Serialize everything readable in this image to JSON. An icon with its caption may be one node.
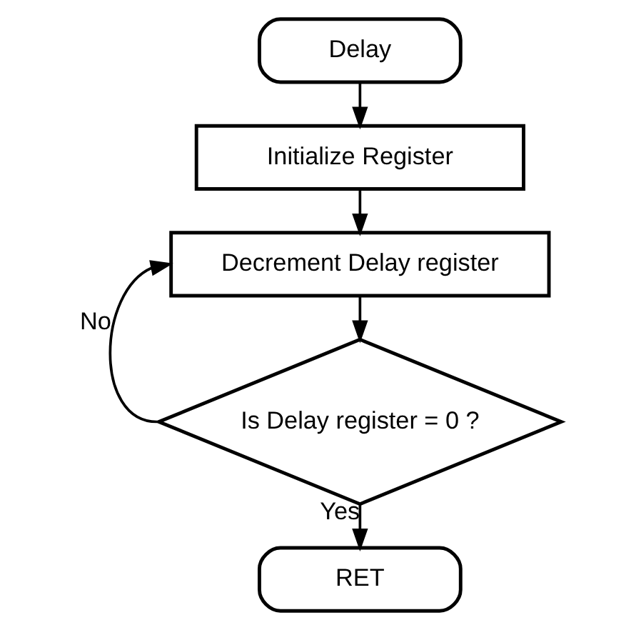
{
  "diagram": {
    "nodes": [
      {
        "text": [
          "Delay"
        ]
      },
      {
        "text": [
          "Initialize Register"
        ]
      },
      {
        "text": [
          "Decrement Delay register"
        ]
      },
      {
        "text": [
          "Is Delay register = 0 ?"
        ]
      },
      {
        "text": [
          "RET"
        ]
      }
    ],
    "edges": [
      {
        "from": 0,
        "to": 1,
        "arrow": "to"
      },
      {
        "from": 1,
        "to": 2,
        "arrow": "to"
      },
      {
        "from": 2,
        "to": 3,
        "arrow": "to"
      },
      {
        "from": 3,
        "to": 4,
        "label": "Yes",
        "arrow": "to"
      },
      {
        "from": 3,
        "to": 2,
        "label": "No",
        "arrow": "to"
      }
    ]
  }
}
